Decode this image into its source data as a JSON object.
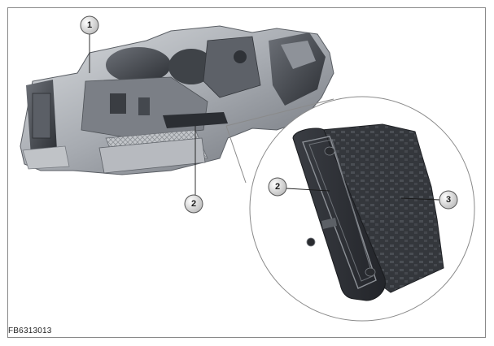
{
  "figure_code": "FB6313013",
  "callouts": {
    "c1": "1",
    "c2_main": "2",
    "c2_detail": "2",
    "c3": "3"
  },
  "colors": {
    "frame": "#8a8a8a",
    "housing_light": "#c9ccd0",
    "housing_mid": "#9a9ea4",
    "housing_dark": "#4a4e54",
    "module_dark": "#2e3136",
    "callout_fill": "#e6e6e6"
  }
}
